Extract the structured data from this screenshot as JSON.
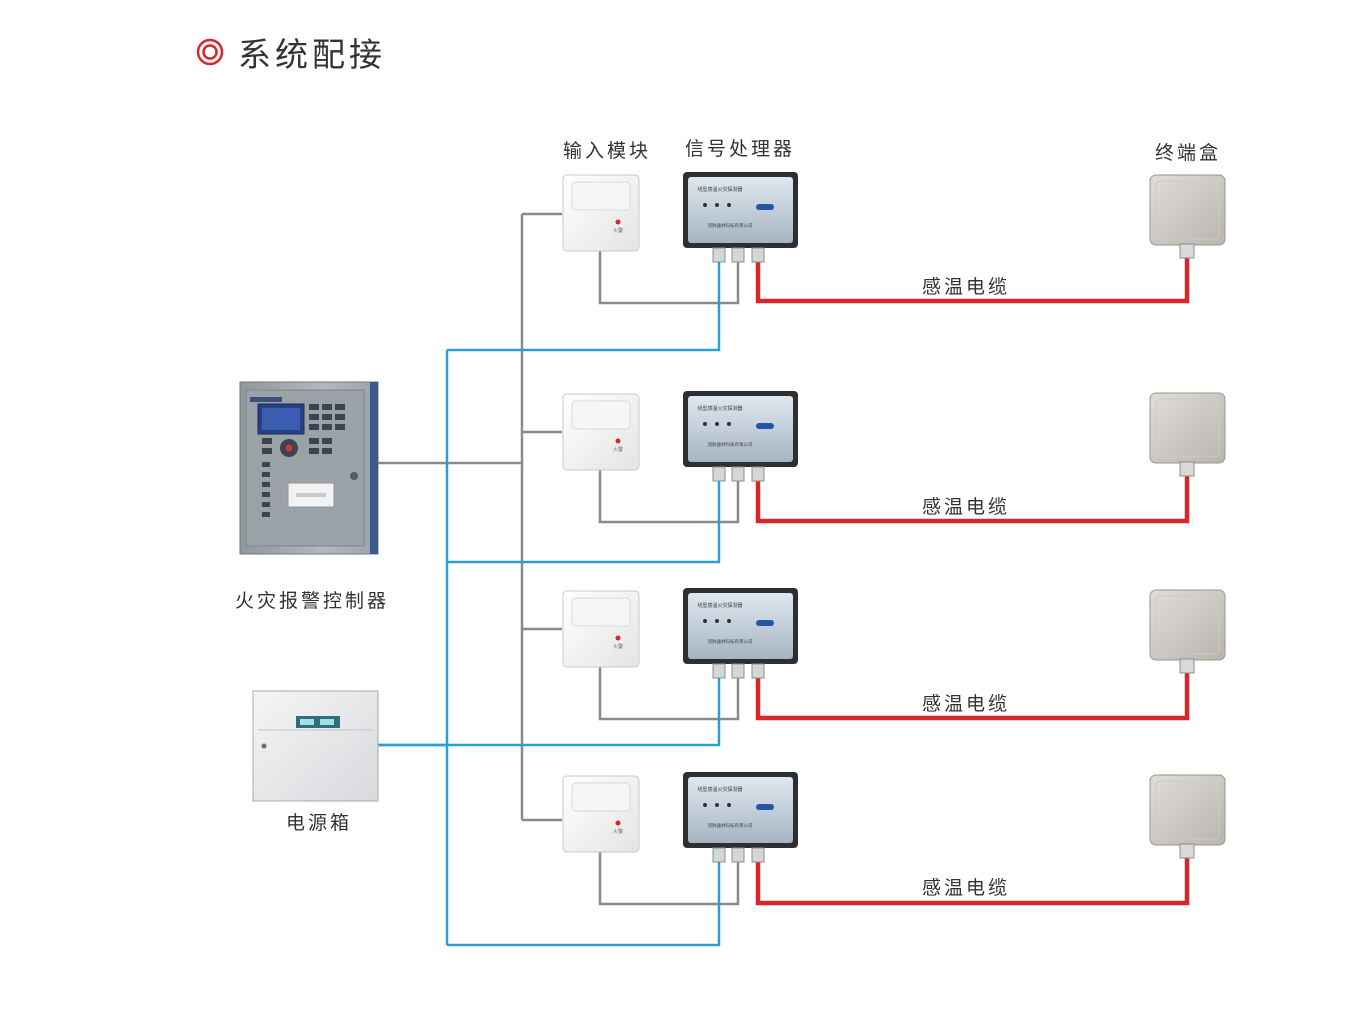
{
  "title": "系统配接",
  "labels": {
    "input_module": "输入模块",
    "signal_processor": "信号处理器",
    "terminal_box": "终端盒",
    "fire_alarm_controller": "火灾报警控制器",
    "power_box": "电源箱",
    "heat_cable": "感温电缆"
  },
  "module_text": {
    "alarm_mark": "火警",
    "processor_header": "线型感温火灾探测器",
    "processor_company": "消防器材科技有限公司"
  },
  "branches": [
    {
      "cable_label": "感温电缆"
    },
    {
      "cable_label": "感温电缆"
    },
    {
      "cable_label": "感温电缆"
    },
    {
      "cable_label": "感温电缆"
    }
  ],
  "colors": {
    "gray_wire": "#8a8a8a",
    "blue_wire": "#2a9fd6",
    "red_cable": "#d8262a",
    "title_icon": "#d8262a"
  }
}
